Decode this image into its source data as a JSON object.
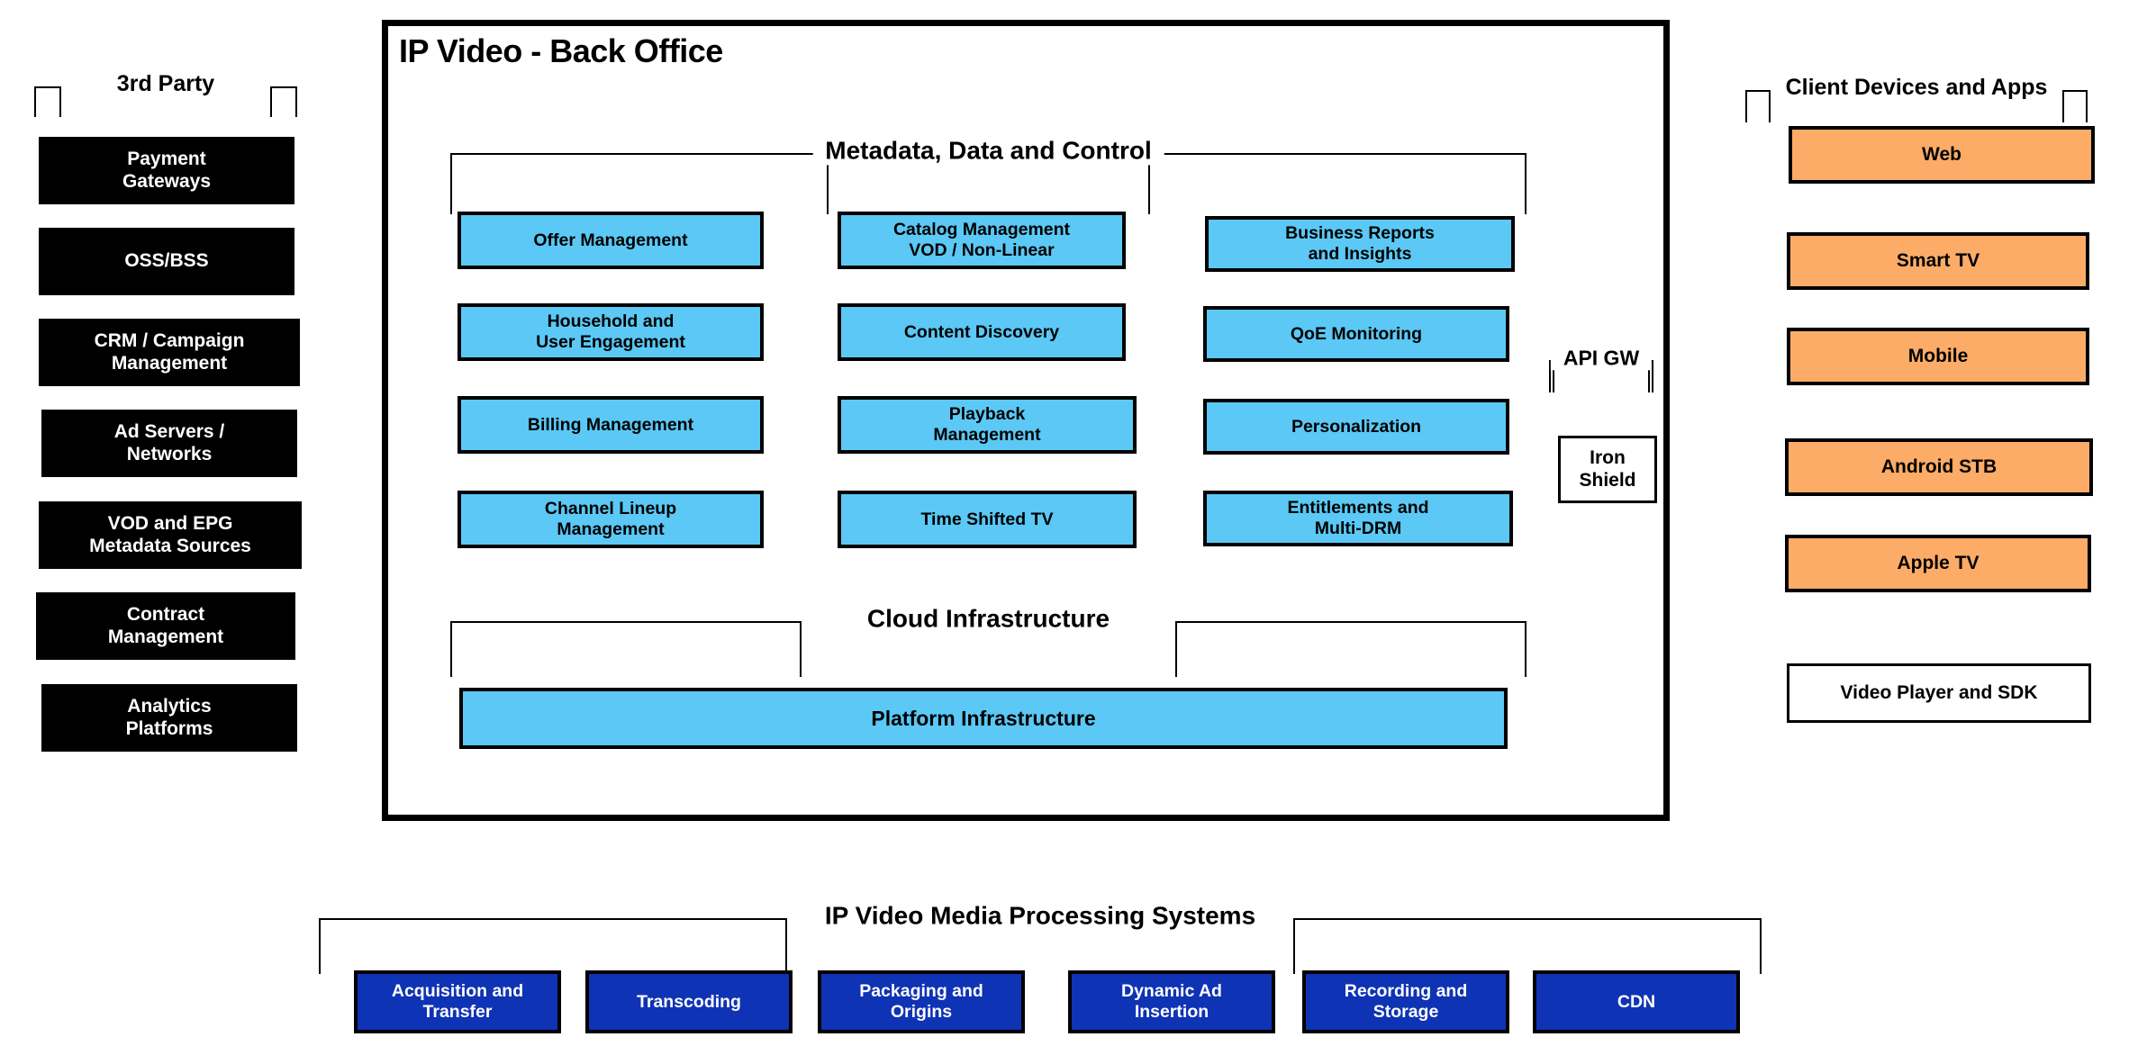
{
  "diagram": {
    "third_party": {
      "group_label": "3rd Party",
      "items": [
        {
          "label": "Payment\nGateways"
        },
        {
          "label": "OSS/BSS"
        },
        {
          "label": "CRM / Campaign\nManagement"
        },
        {
          "label": "Ad Servers /\nNetworks"
        },
        {
          "label": "VOD and EPG\nMetadata Sources"
        },
        {
          "label": "Contract\nManagement"
        },
        {
          "label": "Analytics\nPlatforms"
        }
      ]
    },
    "back_office": {
      "title": "IP Video - Back Office",
      "metadata_group_label": "Metadata, Data and Control",
      "cloud_group_label": "Cloud Infrastructure",
      "columns": [
        {
          "items": [
            {
              "label": "Offer Management"
            },
            {
              "label": "Household and\nUser Engagement"
            },
            {
              "label": "Billing Management"
            },
            {
              "label": "Channel Lineup\nManagement"
            }
          ]
        },
        {
          "items": [
            {
              "label": "Catalog Management\nVOD / Non-Linear"
            },
            {
              "label": "Content Discovery"
            },
            {
              "label": "Playback\nManagement"
            },
            {
              "label": "Time Shifted TV"
            }
          ]
        },
        {
          "items": [
            {
              "label": "Business Reports\nand Insights"
            },
            {
              "label": "QoE Monitoring"
            },
            {
              "label": "Personalization"
            },
            {
              "label": "Entitlements and\nMulti-DRM"
            }
          ]
        }
      ],
      "api_gateway_label": "API GW",
      "iron_shield_label": "Iron\nShield",
      "platform_infrastructure_label": "Platform Infrastructure"
    },
    "client_devices": {
      "group_label": "Client Devices and Apps",
      "items": [
        {
          "label": "Web"
        },
        {
          "label": "Smart TV"
        },
        {
          "label": "Mobile"
        },
        {
          "label": "Android STB"
        },
        {
          "label": "Apple TV"
        }
      ],
      "sdk_label": "Video Player and SDK"
    },
    "media_processing": {
      "group_label": "IP Video Media Processing Systems",
      "items": [
        {
          "label": "Acquisition and\nTransfer"
        },
        {
          "label": "Transcoding"
        },
        {
          "label": "Packaging and\nOrigins"
        },
        {
          "label": "Dynamic  Ad\nInsertion"
        },
        {
          "label": "Recording and\nStorage"
        },
        {
          "label": "CDN"
        }
      ]
    },
    "colors": {
      "cyan": "#5BC8F5",
      "orange": "#FCAC67",
      "navy": "#0F33B5",
      "black": "#000000",
      "white": "#FFFFFF"
    }
  }
}
